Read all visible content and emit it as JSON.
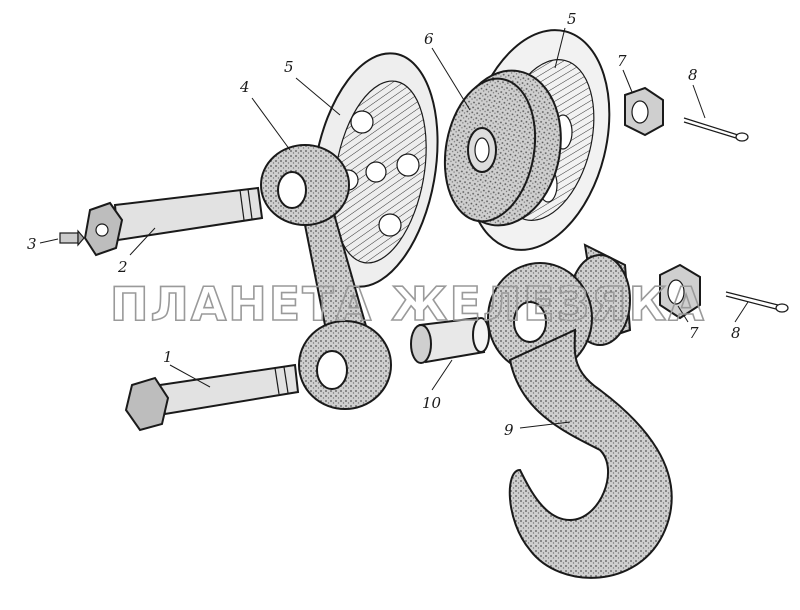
{
  "watermark": {
    "text": "ПЛАНЕТА ЖЕЛЕЗЯКА"
  },
  "callouts": {
    "bolt_lower": "1",
    "bolt_upper": "2",
    "grease_fitting": "3",
    "link_arm": "4",
    "pulley_disc_left": "5",
    "pulley_disc_right": "5",
    "pulley_wheel": "6",
    "nut_upper": "7",
    "nut_lower": "7",
    "cotter_pin_upper": "8",
    "cotter_pin_lower": "8",
    "hook": "9",
    "bushing": "10"
  }
}
